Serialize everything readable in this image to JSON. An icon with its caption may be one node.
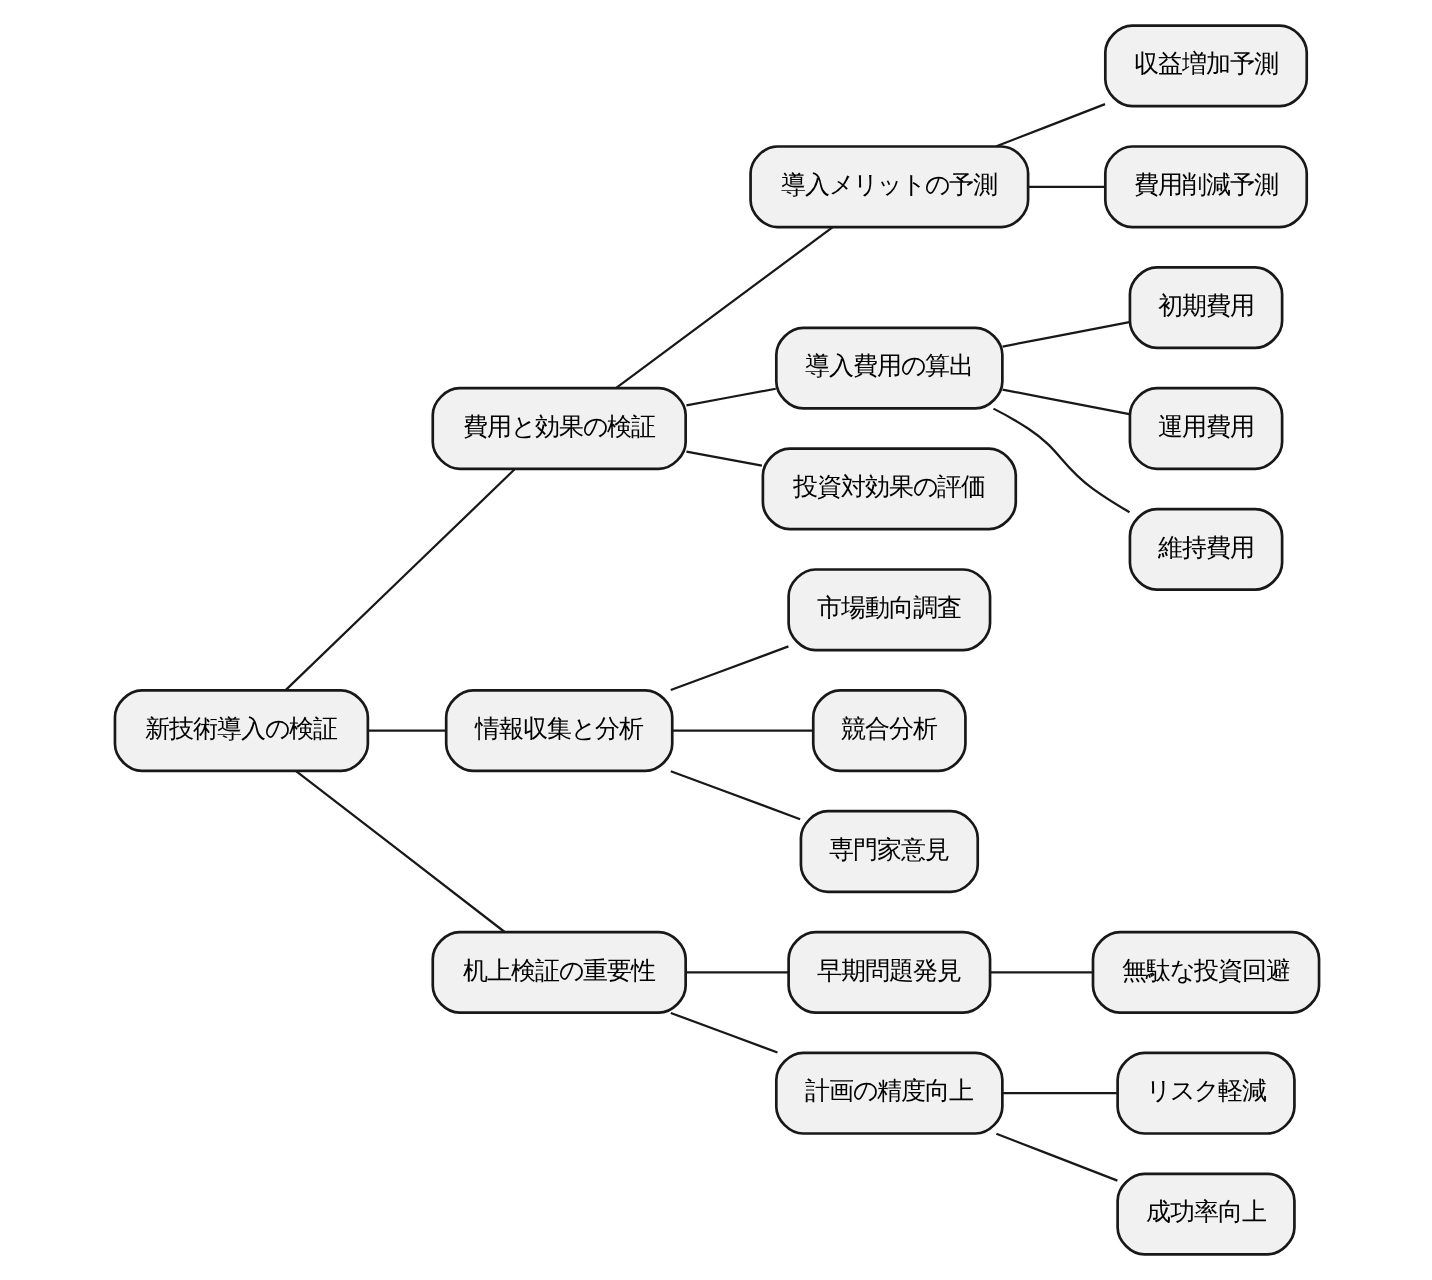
{
  "diagram": {
    "nodes": [
      {
        "text": [
          "新技術導入の検証"
        ]
      },
      {
        "text": [
          "費用と効果の検証"
        ]
      },
      {
        "text": [
          "導入メリットの予測"
        ]
      },
      {
        "text": [
          "収益増加予測"
        ]
      },
      {
        "text": [
          "費用削減予測"
        ]
      },
      {
        "text": [
          "導入費用の算出"
        ]
      },
      {
        "text": [
          "初期費用"
        ]
      },
      {
        "text": [
          "運用費用"
        ]
      },
      {
        "text": [
          "維持費用"
        ]
      },
      {
        "text": [
          "投資対効果の評価"
        ]
      },
      {
        "text": [
          "情報収集と分析"
        ]
      },
      {
        "text": [
          "市場動向調査"
        ]
      },
      {
        "text": [
          "競合分析"
        ]
      },
      {
        "text": [
          "専門家意見"
        ]
      },
      {
        "text": [
          "机上検証の重要性"
        ]
      },
      {
        "text": [
          "早期問題発見"
        ]
      },
      {
        "text": [
          "無駄な投資回避"
        ]
      },
      {
        "text": [
          "計画の精度向上"
        ]
      },
      {
        "text": [
          "リスク軽減"
        ]
      },
      {
        "text": [
          "成功率向上"
        ]
      }
    ],
    "edges": [
      {
        "from": 0,
        "to": 1,
        "arrow": "none"
      },
      {
        "from": 1,
        "to": 2,
        "arrow": "none"
      },
      {
        "from": 2,
        "to": 3,
        "arrow": "none"
      },
      {
        "from": 2,
        "to": 4,
        "arrow": "none"
      },
      {
        "from": 1,
        "to": 5,
        "arrow": "none"
      },
      {
        "from": 5,
        "to": 6,
        "arrow": "none"
      },
      {
        "from": 5,
        "to": 7,
        "arrow": "none"
      },
      {
        "from": 5,
        "to": 8,
        "arrow": "none"
      },
      {
        "from": 1,
        "to": 9,
        "arrow": "none"
      },
      {
        "from": 0,
        "to": 10,
        "arrow": "none"
      },
      {
        "from": 10,
        "to": 11,
        "arrow": "none"
      },
      {
        "from": 10,
        "to": 12,
        "arrow": "none"
      },
      {
        "from": 10,
        "to": 13,
        "arrow": "none"
      },
      {
        "from": 0,
        "to": 14,
        "arrow": "none"
      },
      {
        "from": 14,
        "to": 15,
        "arrow": "none"
      },
      {
        "from": 15,
        "to": 16,
        "arrow": "none"
      },
      {
        "from": 14,
        "to": 17,
        "arrow": "none"
      },
      {
        "from": 17,
        "to": 18,
        "arrow": "none"
      },
      {
        "from": 17,
        "to": 19,
        "arrow": "none"
      }
    ]
  }
}
